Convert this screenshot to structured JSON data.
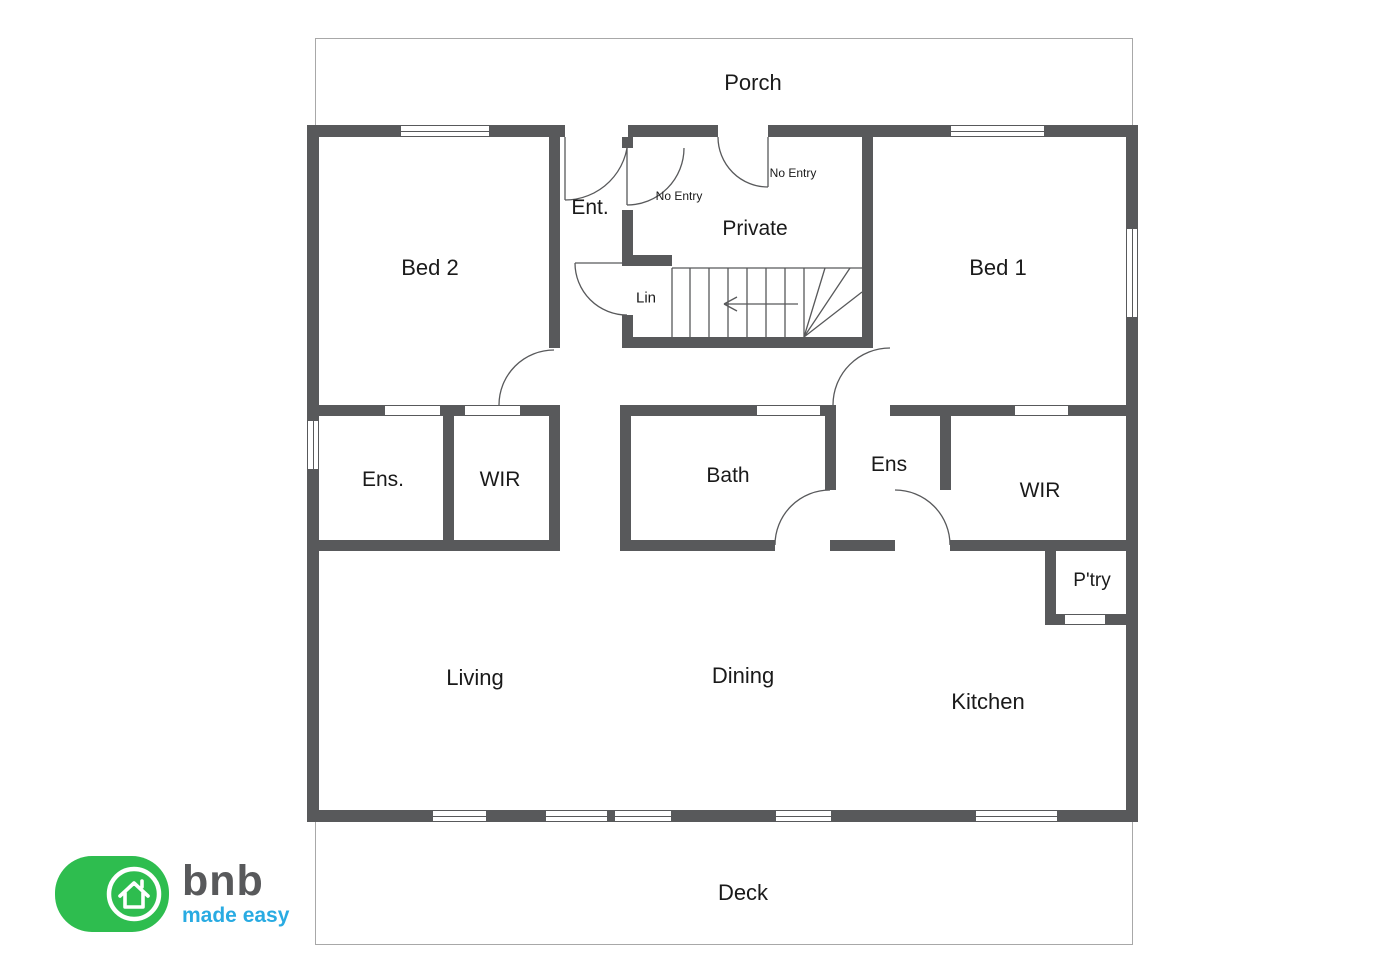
{
  "plan": {
    "rooms": {
      "porch": "Porch",
      "bed2": "Bed 2",
      "entry": "Ent.",
      "private": "Private",
      "linen": "Lin",
      "bed1": "Bed 1",
      "ensuite2": "Ens.",
      "wir2": "WIR",
      "bath": "Bath",
      "ensuite1": "Ens",
      "wir1": "WIR",
      "pantry": "P'try",
      "living": "Living",
      "dining": "Dining",
      "kitchen": "Kitchen",
      "deck": "Deck"
    },
    "annotations": {
      "no_entry_left": "No Entry",
      "no_entry_right": "No Entry"
    }
  },
  "logo": {
    "brand": "bnb",
    "tagline": "made easy"
  },
  "colors": {
    "wall": "#58595B",
    "outline": "#A8A8A8",
    "text": "#1A1A1A",
    "green": "#2EBD4F",
    "blue": "#29ABE2"
  }
}
